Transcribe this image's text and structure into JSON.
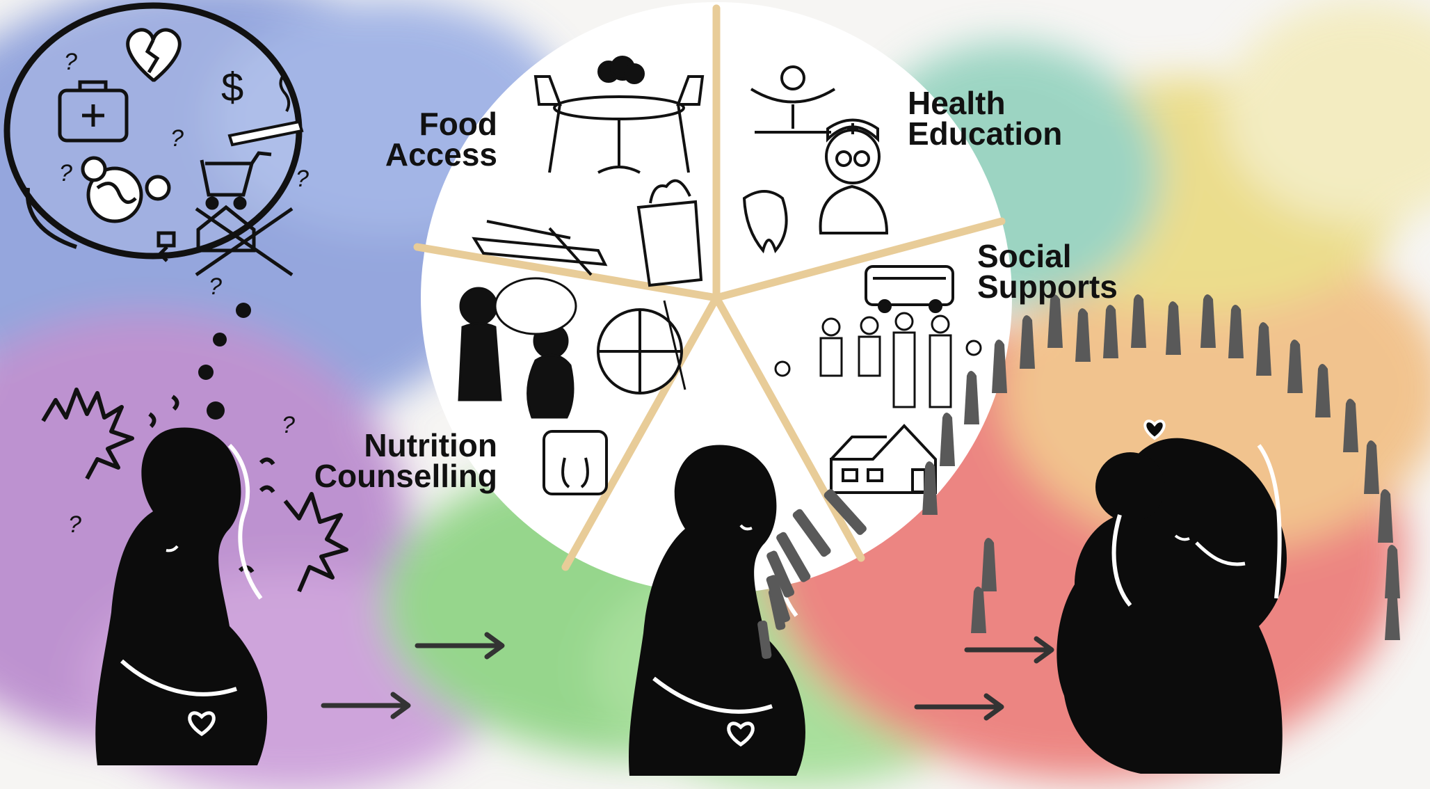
{
  "colors": {
    "background": "#f6f5f3",
    "wash_blue": "#7d93d8",
    "wash_purple": "#b07ac8",
    "wash_green": "#7fcf73",
    "wash_red": "#ea6a66",
    "wash_orange": "#f1b774",
    "wash_yellow": "#e9d873",
    "wash_teal": "#86cdb7",
    "divider": "#e8cc98",
    "silhouette": "#0c0c0c",
    "crowd": "#595959"
  },
  "segments": {
    "food_access": {
      "line1": "Food",
      "line2": "Access",
      "icon": "dining-table-icon"
    },
    "health_education": {
      "line1": "Health",
      "line2": "Education",
      "icon": "nurse-icon"
    },
    "social_supports": {
      "line1": "Social",
      "line2": "Supports",
      "icon": "bus-group-house-icon"
    },
    "nutrition_counselling": {
      "line1": "Nutrition",
      "line2": "Counselling",
      "icon": "scale-plate-icon"
    }
  },
  "thought_bubble": {
    "icons": [
      "broken-heart-icon",
      "first-aid-kit-icon",
      "dollar-icon",
      "cigarette-icon",
      "shopping-cart-icon",
      "globe-people-icon",
      "eviction-house-icon",
      "question-mark-icon"
    ],
    "dollar_glyph": "$",
    "question_glyph": "?"
  },
  "figures": {
    "stressed": {
      "icon": "pregnant-woman-stressed-icon"
    },
    "supported": {
      "icon": "pregnant-woman-supported-icon"
    },
    "mother_child": {
      "icon": "mother-and-child-icon"
    },
    "crowd": {
      "icon": "community-crowd-icon"
    }
  },
  "arrows": {
    "icon": "arrow-right-icon"
  }
}
